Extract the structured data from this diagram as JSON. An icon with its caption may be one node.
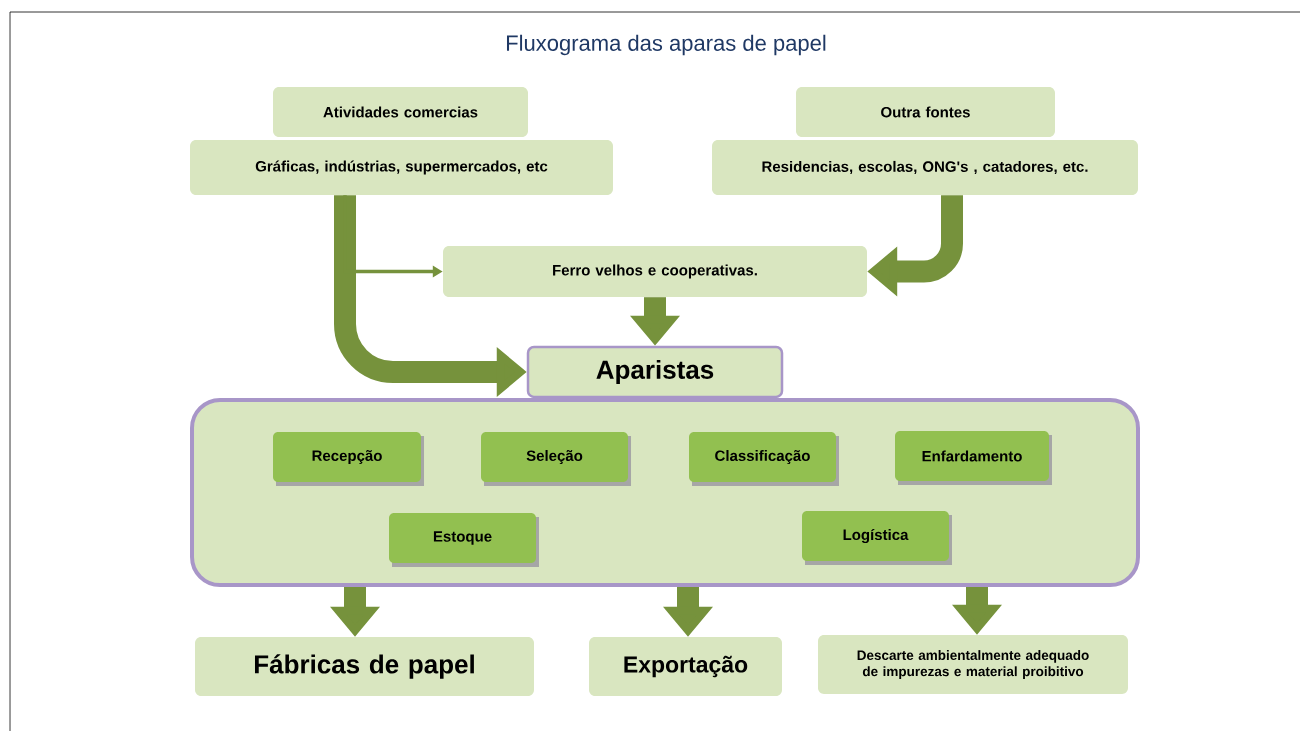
{
  "diagram": {
    "title": "Fluxograma das aparas de papel",
    "nodes": [
      {
        "text": [
          "Atividades comercias"
        ]
      },
      {
        "text": [
          "Gráficas, indústrias, supermercados, etc"
        ]
      },
      {
        "text": [
          "Outra fontes"
        ]
      },
      {
        "text": [
          "Residencias, escolas, ONG's , catadores, etc."
        ]
      },
      {
        "text": [
          "Ferro velhos e cooperativas."
        ]
      },
      {
        "text": [
          "Aparistas"
        ]
      },
      {
        "text": [],
        "shape": "box"
      },
      {
        "text": [
          "Recepção"
        ],
        "in": 6
      },
      {
        "text": [
          "Seleção"
        ],
        "in": 6
      },
      {
        "text": [
          "Classificação"
        ],
        "in": 6
      },
      {
        "text": [
          "Enfardamento"
        ],
        "in": 6
      },
      {
        "text": [
          "Estoque"
        ],
        "in": 6
      },
      {
        "text": [
          "Logística"
        ],
        "in": 6
      },
      {
        "text": [
          "Fábricas de papel"
        ]
      },
      {
        "text": [
          "Exportação"
        ]
      },
      {
        "text": [
          "Descarte ambientalmente adequado de impurezas e material proibitivo"
        ]
      }
    ],
    "edges": [
      {
        "from": 1,
        "to": 5,
        "arrow": "to"
      },
      {
        "from": 1,
        "to": 4,
        "arrow": "to"
      },
      {
        "from": 3,
        "to": 4,
        "arrow": "to"
      },
      {
        "from": 4,
        "to": 5,
        "arrow": "to"
      },
      {
        "from": 6,
        "to": 13,
        "arrow": "to"
      },
      {
        "from": 6,
        "to": 14,
        "arrow": "to"
      },
      {
        "from": 6,
        "to": 15,
        "arrow": "to"
      }
    ]
  }
}
